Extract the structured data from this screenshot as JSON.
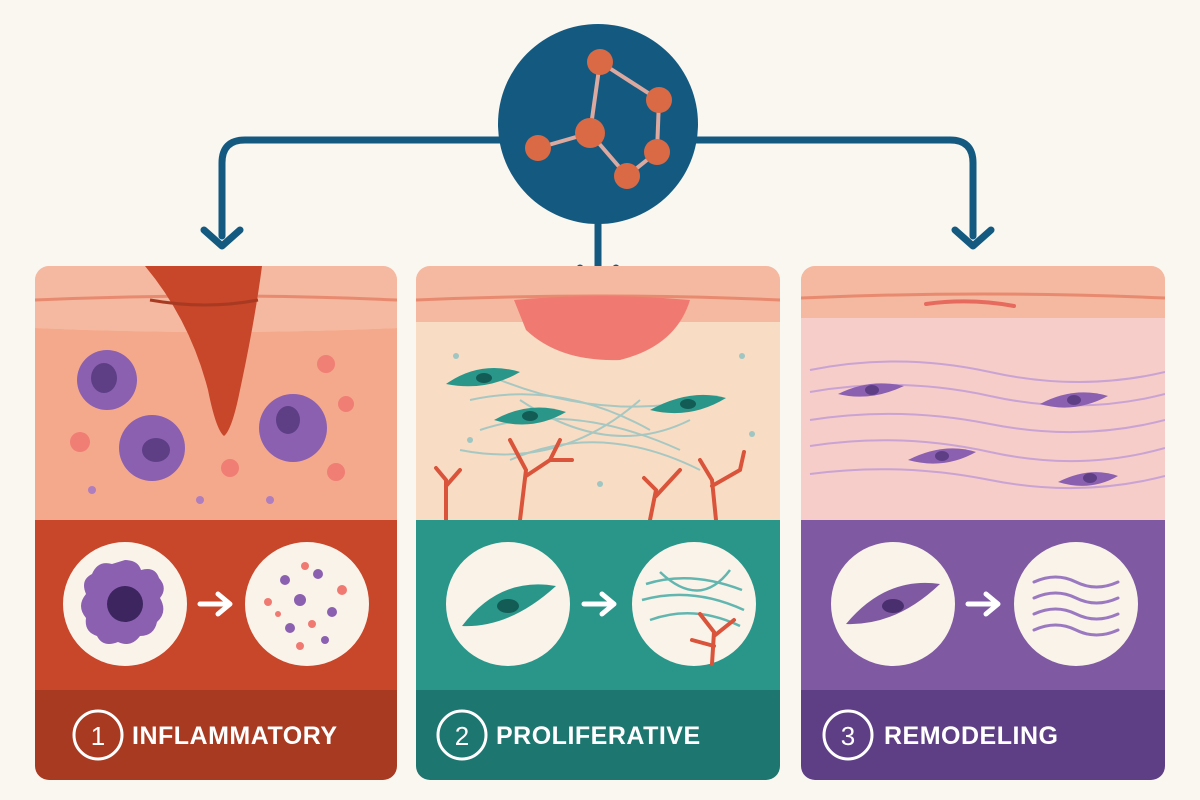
{
  "colors": {
    "background": "#faf6f0",
    "connector": "#145a80",
    "molecule_node": "#d96a45",
    "skin_top": "#f4b9a0",
    "skin_dermis": "#f9d7bf"
  },
  "molecule": {
    "icon": "molecule-network-icon"
  },
  "stages": [
    {
      "id": "inflammatory",
      "number": "1",
      "label": "INFLAMMATORY",
      "accent": "#c8462a",
      "footer": "#a83a21",
      "icons": [
        "immune-cell-icon",
        "arrow-right-icon",
        "debris-particles-icon"
      ]
    },
    {
      "id": "proliferative",
      "number": "2",
      "label": "PROLIFERATIVE",
      "accent": "#2a968a",
      "footer": "#1d7670",
      "icons": [
        "fibroblast-icon",
        "arrow-right-icon",
        "collagen-vessel-icon"
      ]
    },
    {
      "id": "remodeling",
      "number": "3",
      "label": "REMODELING",
      "accent": "#7f5aa2",
      "footer": "#5e3f86",
      "icons": [
        "fibroblast-icon",
        "arrow-right-icon",
        "aligned-fibers-icon"
      ]
    }
  ]
}
